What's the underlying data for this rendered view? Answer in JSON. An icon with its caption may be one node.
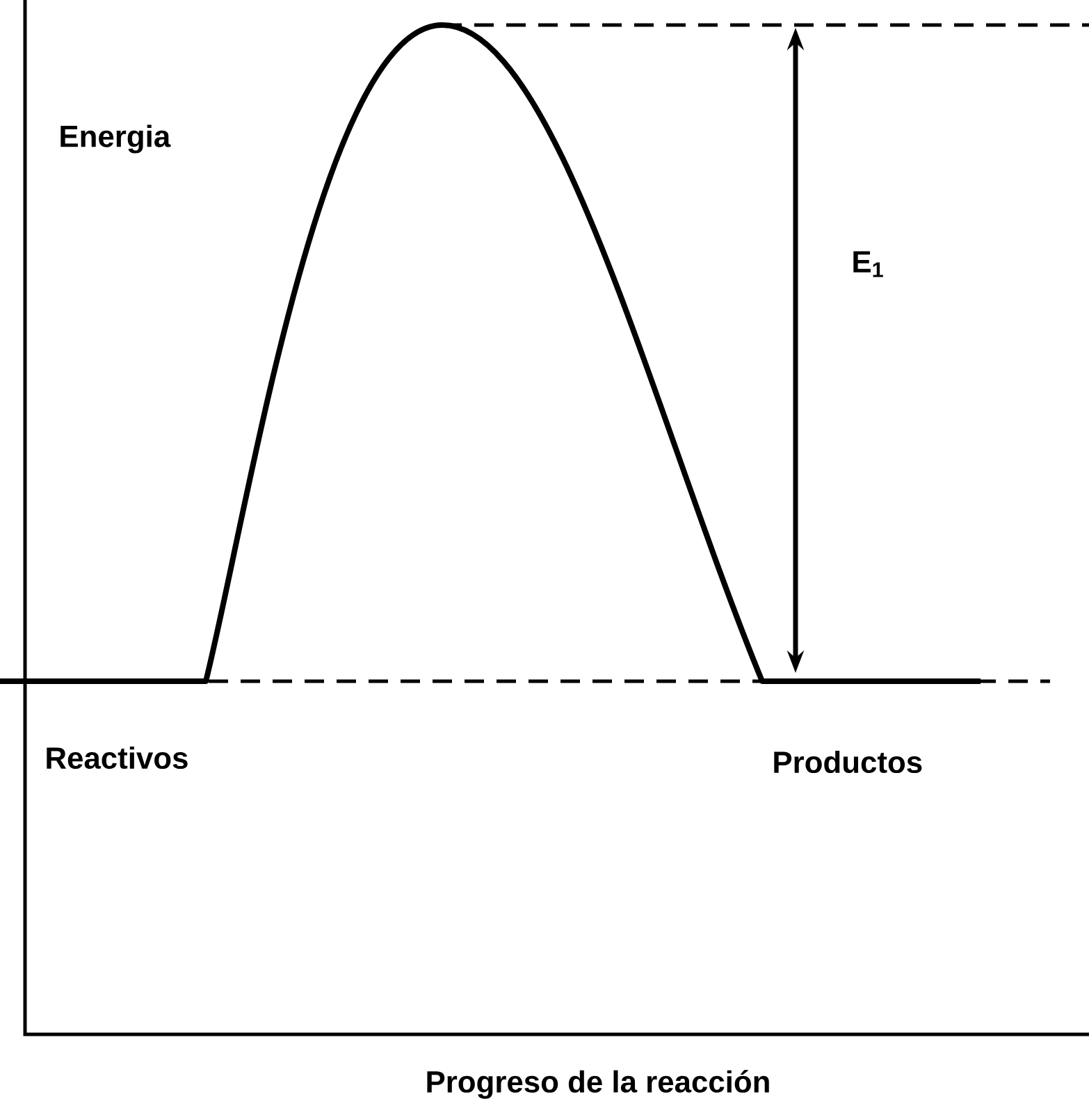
{
  "diagram": {
    "labels": [
      "Energia",
      "E$_{1}$",
      "Reactivos",
      "Productos",
      "Progreso de la reacción"
    ]
  }
}
